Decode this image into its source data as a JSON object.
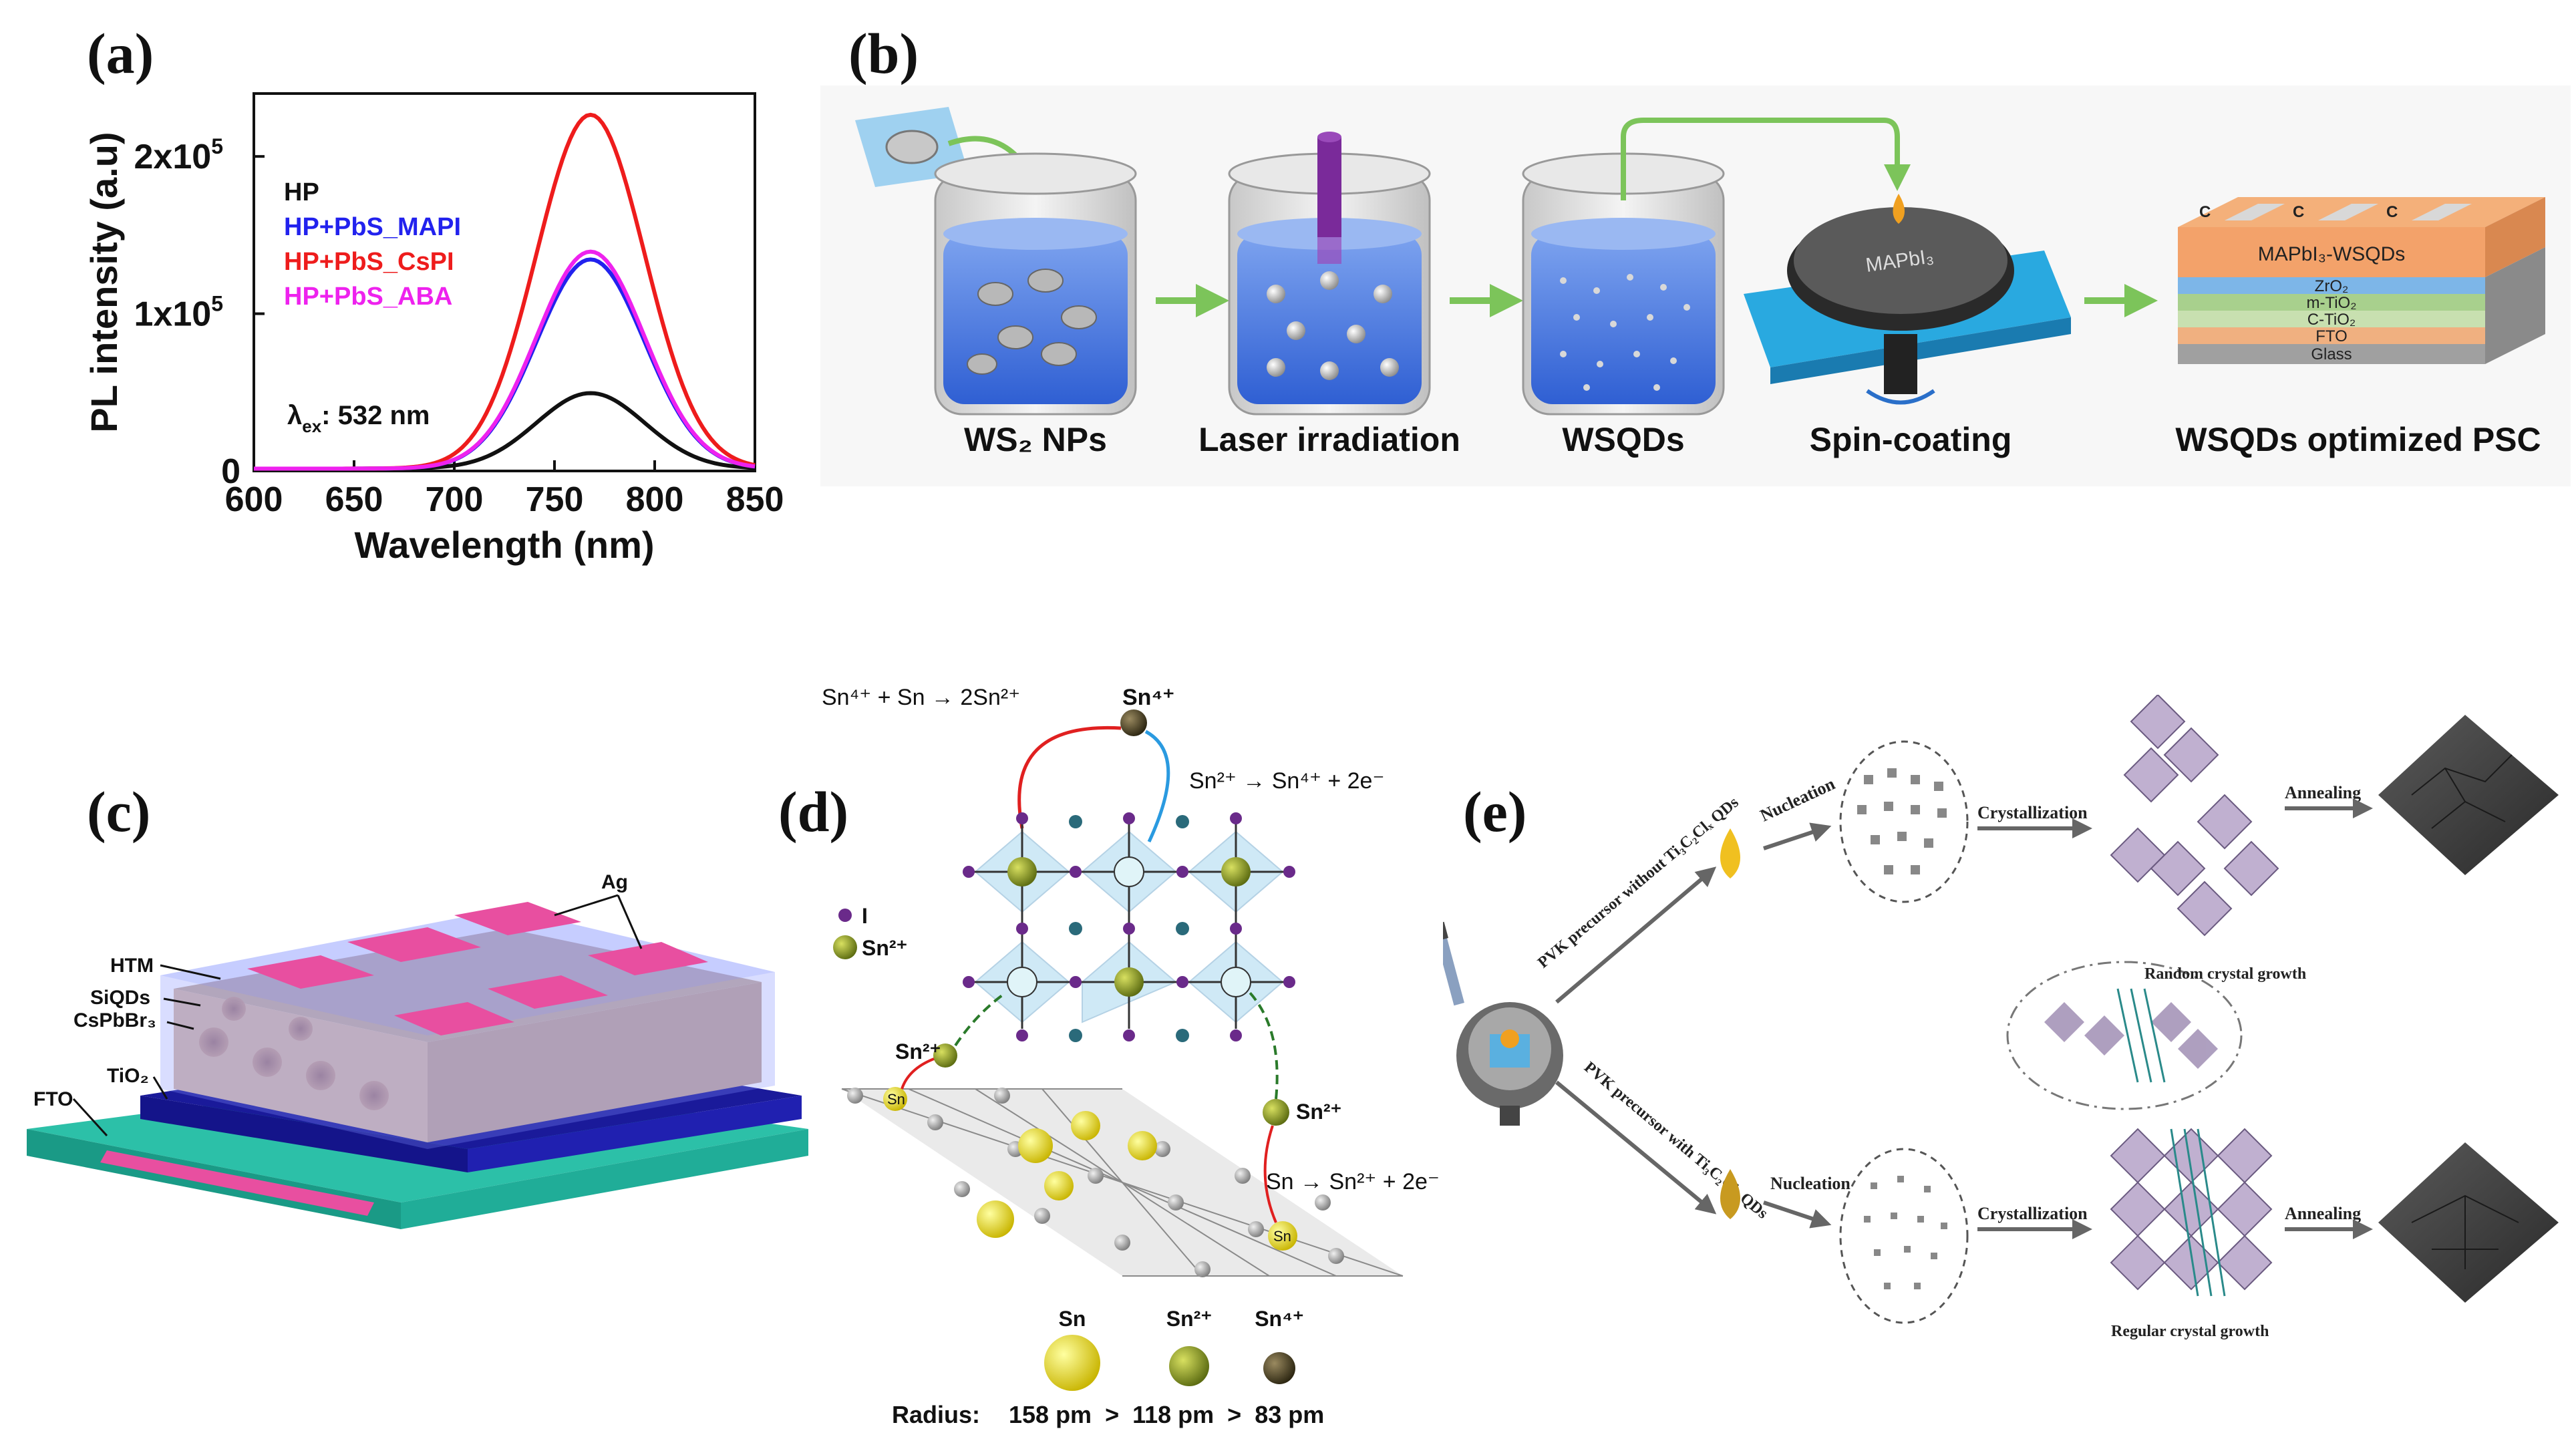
{
  "panel_labels": {
    "a": "(a)",
    "b": "(b)",
    "c": "(c)",
    "d": "(d)",
    "e": "(e)"
  },
  "chart_data": {
    "type": "line",
    "ylabel": "PL intensity (a.u)",
    "xlabel": "Wavelength (nm)",
    "xlim": [
      600,
      850
    ],
    "ylim": [
      0,
      240000
    ],
    "xticks": [
      "600",
      "650",
      "700",
      "750",
      "800",
      "850"
    ],
    "yticks": [
      {
        "v": 0,
        "t": "0"
      },
      {
        "v": 100000,
        "t": "1x10",
        "exp": "5"
      },
      {
        "v": 200000,
        "t": "2x10",
        "exp": "5"
      }
    ],
    "annotation": {
      "prefix": "λ",
      "sub": "ex",
      "suffix": ": 532 nm"
    },
    "series": [
      {
        "name": "HP",
        "color": "#111111",
        "peak_x": 768,
        "peak_y": 48000,
        "sigma": 27
      },
      {
        "name": "HP+PbS_MAPI",
        "color": "#2222ee",
        "peak_x": 768,
        "peak_y": 133000,
        "sigma": 27
      },
      {
        "name": "HP+PbS_CsPI",
        "color": "#ee1c1c",
        "peak_x": 768,
        "peak_y": 225000,
        "sigma": 27
      },
      {
        "name": "HP+PbS_ABA",
        "color": "#ee22ee",
        "peak_x": 768,
        "peak_y": 138000,
        "sigma": 27
      }
    ],
    "grid": false,
    "legend_position": "top-left"
  },
  "panel_b": {
    "steps": [
      "WS₂ NPs",
      "Laser irradiation",
      "WSQDs",
      "Spin-coating",
      "WSQDs optimized PSC"
    ],
    "spin_label": "MAPbI₃",
    "layers": [
      "MAPbI₃-WSQDs",
      "ZrO₂",
      "m-TiO₂",
      "C-TiO₂",
      "FTO",
      "Glass"
    ],
    "electrode_label": "C"
  },
  "panel_c": {
    "labels": [
      "Ag",
      "HTM",
      "SiQDs",
      "CsPbBr₃",
      "TiO₂",
      "FTO"
    ]
  },
  "panel_d": {
    "eq_top_left": "Sn⁴⁺ + Sn → 2Sn²⁺",
    "eq_top_right": "Sn²⁺ → Sn⁴⁺ + 2e⁻",
    "eq_bottom_right": "Sn → Sn²⁺ + 2e⁻",
    "sn4_label": "Sn⁴⁺",
    "sn2_label": "Sn²⁺",
    "sn_label": "Sn",
    "legend_i": "I",
    "legend_sn2": "Sn²⁺",
    "radius_label": "Radius:",
    "radius_values": "158 pm  >  118 pm  >  83 pm",
    "radius_species": [
      "Sn",
      "Sn²⁺",
      "Sn⁴⁺"
    ],
    "colors": {
      "sn": "#e8e020",
      "sn2": "#8a9a20",
      "sn4": "#4a4020",
      "iodide": "#6a2a8a"
    }
  },
  "panel_e": {
    "top_branch": "PVK precursor without Ti₃C₂Clₓ QDs",
    "bottom_branch": "PVK precursor with Ti₃C₂Clₓ QDs",
    "nucleation": "Nucleation",
    "crystallization": "Crystallization",
    "annealing": "Annealing",
    "random_growth": "Random crystal growth",
    "regular_growth": "Regular crystal growth"
  }
}
